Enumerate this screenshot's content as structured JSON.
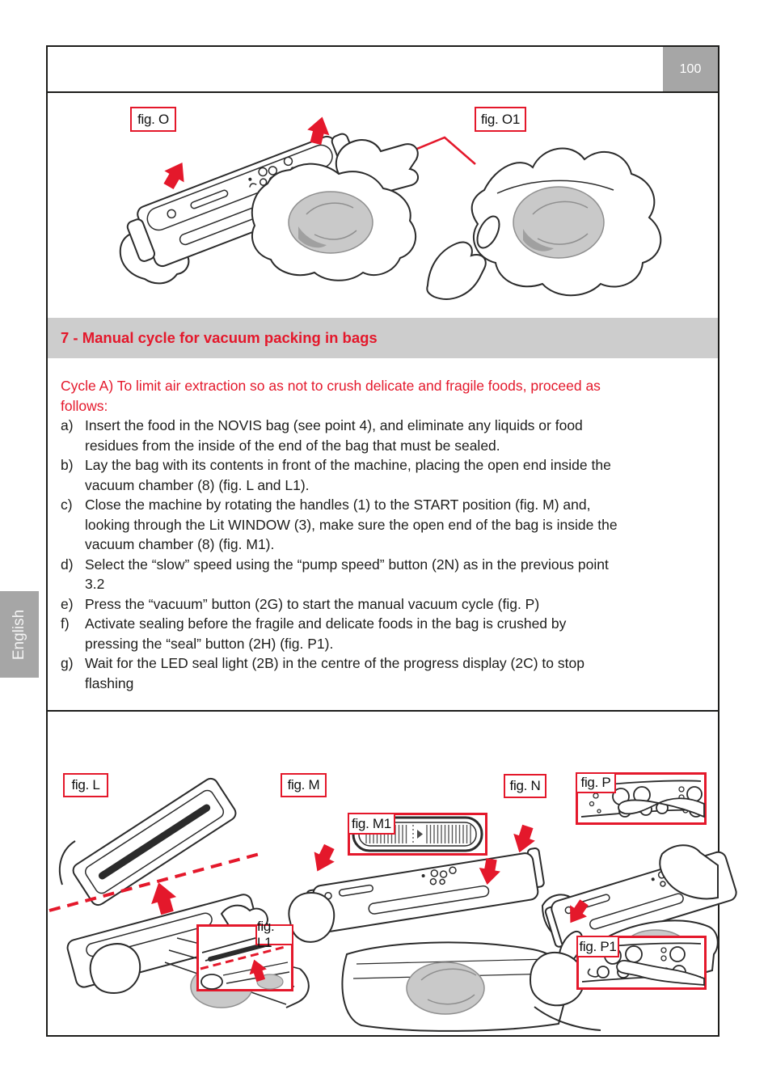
{
  "page": {
    "number": "100",
    "language_tab": "English"
  },
  "colors": {
    "accent_red": "#e4182b",
    "section_bar_gray": "#cdcdcd",
    "badge_gray": "#a6a6a6",
    "text_black": "#1d1d1b"
  },
  "section": {
    "title": "7 - Manual cycle for vacuum packing in bags"
  },
  "body": {
    "intro": "Cycle A) To limit air extraction so as not to crush delicate and fragile foods, proceed as\nfollows:",
    "steps": [
      {
        "letter": "a)",
        "text": "Insert the food in the NOVIS bag (see point 4), and eliminate any liquids or food\nresidues from the inside of the end of the bag that must be sealed."
      },
      {
        "letter": "b)",
        "text": "Lay the bag with its contents in front of the machine, placing the open end inside the\nvacuum chamber (8) (fig. L and L1)."
      },
      {
        "letter": "c)",
        "text": "Close the machine by rotating the handles (1) to the START position (fig. M) and,\nlooking through the Lit WINDOW (3), make sure the open end of the bag is inside the\nvacuum chamber (8) (fig. M1)."
      },
      {
        "letter": "d)",
        "text": "Select the “slow” speed using the “pump speed” button (2N) as in the previous point\n3.2"
      },
      {
        "letter": "e)",
        "text": "Press the “vacuum” button (2G) to start the manual vacuum cycle (fig. P)"
      },
      {
        "letter": "f)",
        "text": "Activate sealing before the fragile and delicate foods in the bag is crushed by\npressing the “seal” button (2H) (fig. P1)."
      },
      {
        "letter": "g)",
        "text": "Wait for the LED seal light (2B) in the centre of the progress display (2C) to stop\nflashing"
      }
    ]
  },
  "figures": {
    "fig_o": "fig. O",
    "fig_o1": "fig. O1",
    "fig_l": "fig. L",
    "fig_l1": "fig. L1",
    "fig_m": "fig. M",
    "fig_m1": "fig. M1",
    "fig_n": "fig. N",
    "fig_p": "fig. P",
    "fig_p1": "fig. P1"
  }
}
